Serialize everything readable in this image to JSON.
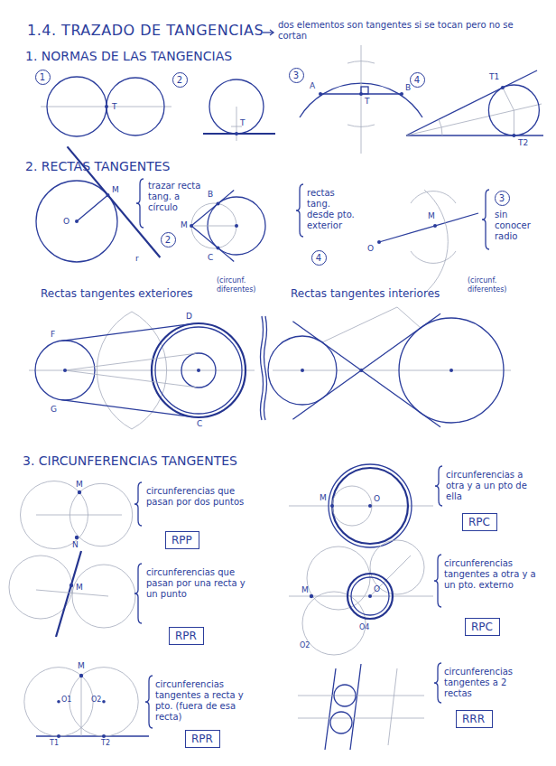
{
  "diagram": {
    "title": "1.4. TRAZADO DE TANGENCIAS",
    "nodes": [
      {
        "text": [
          "1"
        ]
      },
      {
        "text": [
          "2"
        ]
      },
      {
        "text": [
          "3"
        ]
      },
      {
        "text": [
          "4"
        ]
      },
      {
        "text": [
          "2"
        ]
      },
      {
        "text": [
          "4"
        ]
      },
      {
        "text": [
          "3"
        ]
      },
      {
        "text": [
          "RPP"
        ]
      },
      {
        "text": [
          "RPC"
        ]
      },
      {
        "text": [
          "RPR"
        ]
      },
      {
        "text": [
          "RPC"
        ]
      },
      {
        "text": [
          "RPR"
        ]
      },
      {
        "text": [
          "RRR"
        ]
      }
    ],
    "labels": [
      "dos elementos son tangentes si se tocan pero no se cortan",
      "1. NORMAS DE LAS TANGENCIAS",
      "T",
      "T",
      "A",
      "B",
      "T",
      "T1",
      "T2",
      "2. RECTAS TANGENTES",
      "M",
      "O",
      "r",
      "trazar recta tang. a círculo",
      "B",
      "M",
      "C",
      "rectas tang. desde pto. exterior",
      "O",
      "M",
      "sin conocer radio",
      "Rectas tangentes exteriores",
      "(circunf. diferentes)",
      "Rectas tangentes interiores",
      "(circunf. diferentes)",
      "F",
      "G",
      "D",
      "C",
      "3. CIRCUNFERENCIAS TANGENTES",
      "M",
      "N",
      "circunferencias que pasan por dos puntos",
      "M",
      "circunferencias que pasan por una recta y un punto",
      "M",
      "O1",
      "O2",
      "T1",
      "T2",
      "circunferencias tangentes a recta y pto. (fuera de esa recta)",
      "M",
      "O",
      "circunferencias a otra y a un pto de ella",
      "M",
      "O",
      "O4",
      "O2",
      "circunferencias tangentes a otra y a un pto. externo",
      "circunferencias tangentes a 2 rectas"
    ]
  }
}
